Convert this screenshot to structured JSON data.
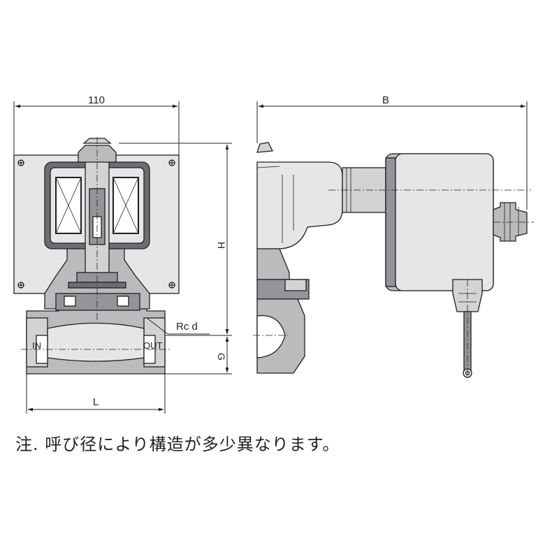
{
  "dimensions": {
    "width_label": "110",
    "height_label": "H",
    "port_height_label": "G",
    "length_label": "L",
    "side_length_label": "B",
    "thread_label": "Rc d"
  },
  "ports": {
    "inlet": "IN",
    "outlet": "OUT"
  },
  "note": "注. 呼び径により構造が多少異なります。",
  "colors": {
    "line": "#231f20",
    "body_fill": "#e5e6e7",
    "part_fill": "#b9bbbd",
    "dark_fill": "#6d6e71"
  }
}
